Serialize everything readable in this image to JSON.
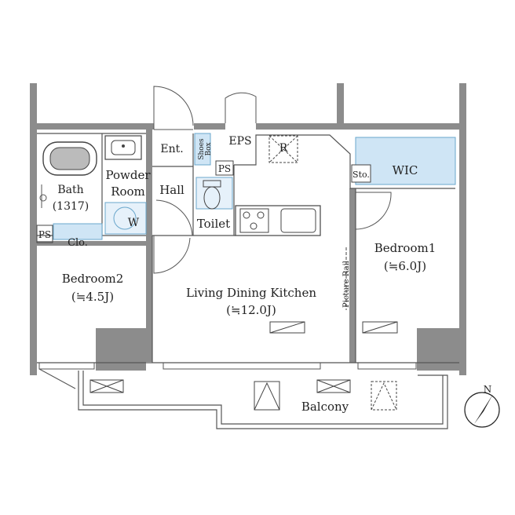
{
  "rooms": {
    "bath": "Bath",
    "bath_size": "(1317)",
    "powder_1": "Powder",
    "powder_2": "Room",
    "washer": "W",
    "entrance": "Ent.",
    "shoes_box_1": "Shoes",
    "shoes_box_2": "Box",
    "eps": "EPS",
    "refrigerator": "R",
    "hall": "Hall",
    "ps_top": "PS",
    "toilet": "Toilet",
    "ps_left": "PS",
    "closet": "Clo.",
    "bedroom2": "Bedroom2",
    "bedroom2_size": "(≒4.5J)",
    "ldk": "Living Dining Kitchen",
    "ldk_size": "(≒12.0J)",
    "picture_rail": "Picture Rail",
    "storage": "Sto.",
    "wic": "WIC",
    "bedroom1": "Bedroom1",
    "bedroom1_size": "(≒6.0J)",
    "balcony": "Balcony"
  },
  "compass": {
    "north": "N"
  },
  "colors": {
    "wall": "#8c8c8c",
    "storage_fill": "#cfe5f5",
    "line": "#555555"
  }
}
